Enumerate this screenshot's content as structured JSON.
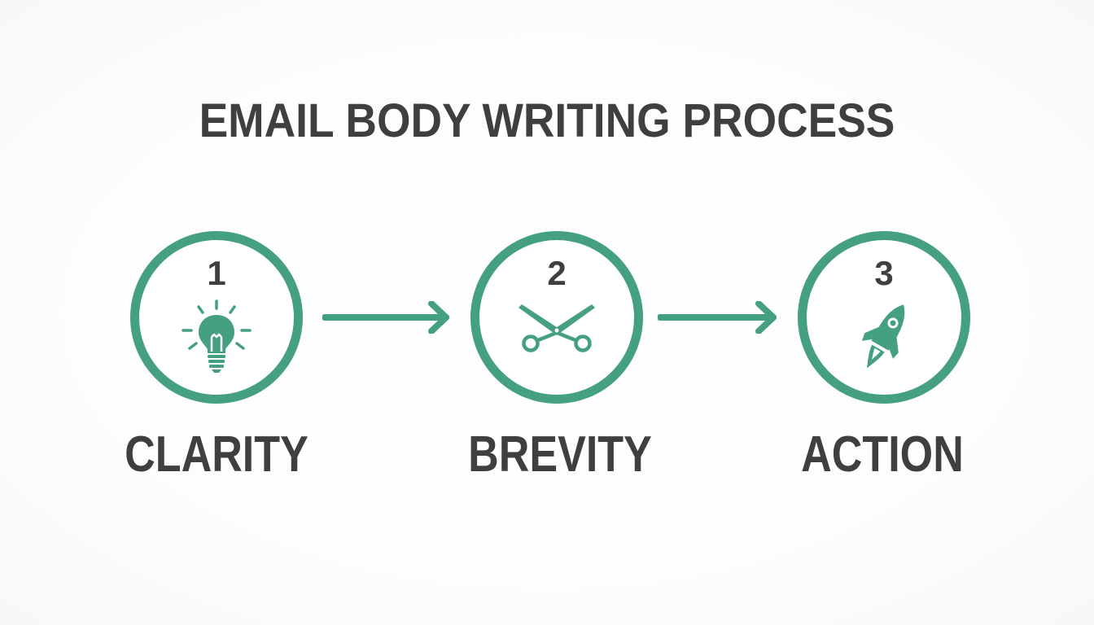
{
  "title": "EMAIL BODY WRITING PROCESS",
  "accent_color": "#45a081",
  "text_color": "#3f3f3f",
  "steps": [
    {
      "number": "1",
      "label": "CLARITY",
      "icon": "lightbulb-icon"
    },
    {
      "number": "2",
      "label": "BREVITY",
      "icon": "scissors-icon"
    },
    {
      "number": "3",
      "label": "ACTION",
      "icon": "rocket-icon"
    }
  ]
}
